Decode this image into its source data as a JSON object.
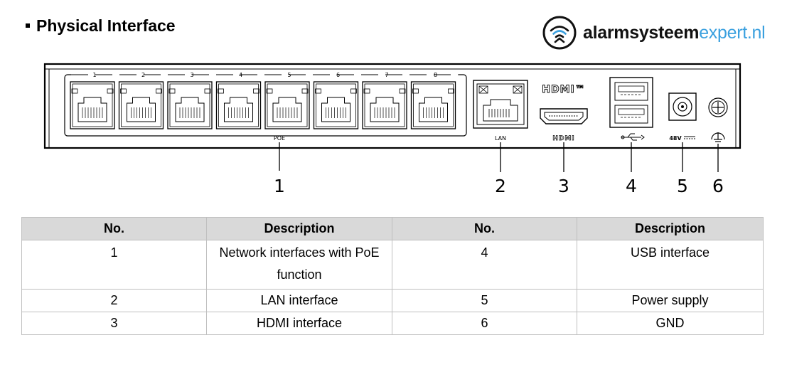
{
  "section": {
    "title": "Physical Interface"
  },
  "logo": {
    "part1": "alarmsysteem",
    "part2": "expert.nl"
  },
  "device": {
    "poe_port_numbers": [
      "1",
      "2",
      "3",
      "4",
      "5",
      "6",
      "7",
      "8"
    ],
    "poe_label": "POE",
    "lan_label": "LAN",
    "hdmi_label": "HDMI",
    "hdmi_top_label": "HDMI™",
    "power_label": "48V",
    "callouts": [
      "1",
      "2",
      "3",
      "4",
      "5",
      "6"
    ]
  },
  "table": {
    "headers": [
      "No.",
      "Description",
      "No.",
      "Description"
    ],
    "rows": [
      [
        "1",
        "Network interfaces with PoE function",
        "4",
        "USB interface"
      ],
      [
        "2",
        "LAN interface",
        "5",
        "Power supply"
      ],
      [
        "3",
        "HDMI interface",
        "6",
        "GND"
      ]
    ]
  }
}
